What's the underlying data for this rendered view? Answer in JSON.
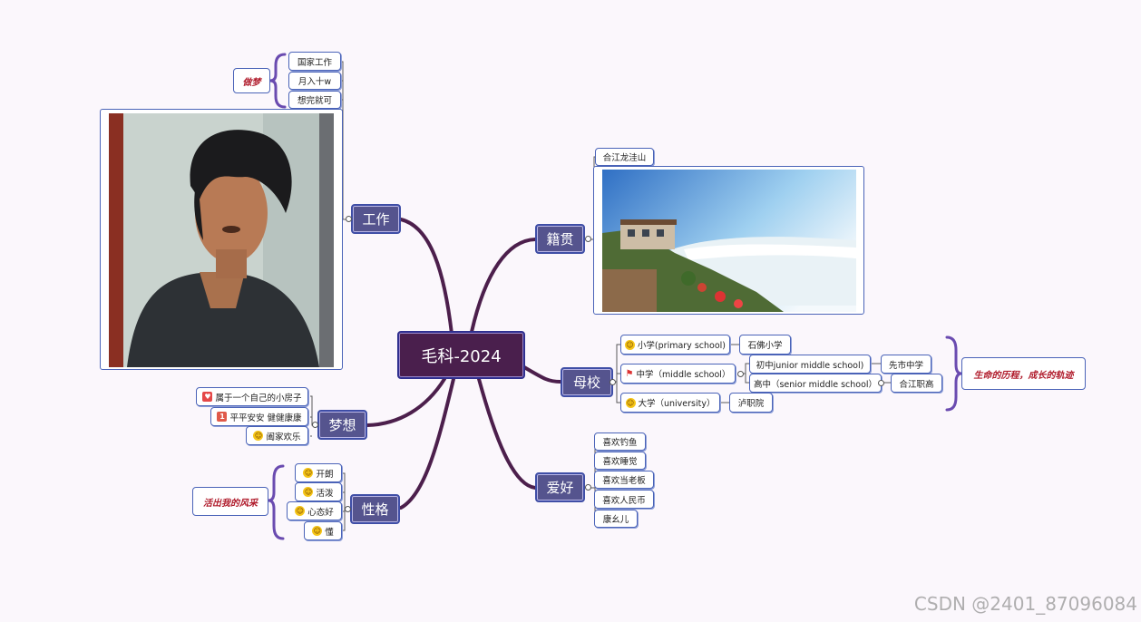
{
  "central": "毛科-2024",
  "work": {
    "label": "工作",
    "callout": "做梦",
    "items": [
      "国家工作",
      "月入十w",
      "想完就可"
    ]
  },
  "hometown": {
    "label": "籍贯",
    "place": "合江龙洼山"
  },
  "schools": {
    "label": "母校",
    "primary": "小学(primary school)",
    "primary_name": "石佛小学",
    "middle": "中学（middle  school）",
    "junior": "初中junior middle school)",
    "junior_name": "先市中学",
    "senior": "高中（senior middle school）",
    "senior_name": "合江职高",
    "university": "大学（university）",
    "university_name": "泸职院",
    "callout": "生命的历程，成长的轨迹"
  },
  "dreams": {
    "label": "梦想",
    "items": [
      "属于一个自己的小房子",
      "平平安安 健健康康",
      "阖家欢乐"
    ]
  },
  "hobbies": {
    "label": "爱好",
    "items": [
      "喜欢钓鱼",
      "喜欢睡觉",
      "喜欢当老板",
      "喜欢人民币",
      "康幺儿"
    ]
  },
  "personality": {
    "label": "性格",
    "callout": "活出我的风采",
    "items": [
      "开朗",
      "活泼",
      "心态好",
      "懂"
    ]
  },
  "watermark": "CSDN @2401_87096084",
  "colors": {
    "branch": "#4c1f4c",
    "main_fill": "#55548e",
    "central_fill": "#4a1f4d",
    "node_border": "#4a63b8",
    "callout_text": "#b01c2c",
    "brace": "#6a4bb0"
  }
}
